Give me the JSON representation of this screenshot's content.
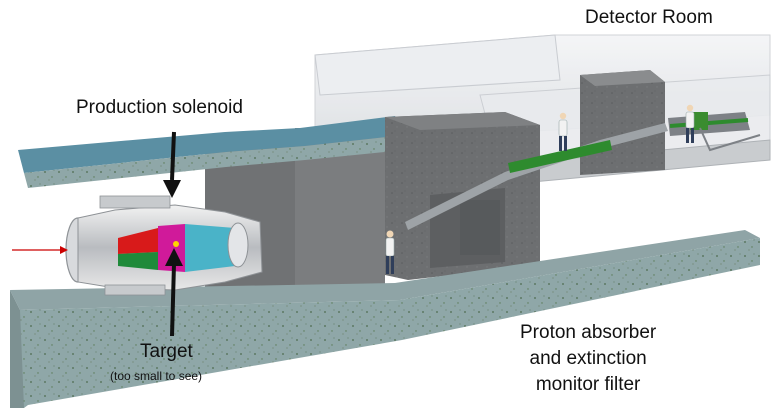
{
  "labels": {
    "detector_room": "Detector Room",
    "production_solenoid": "Production solenoid",
    "target": "Target",
    "target_note": "(too small to see)",
    "absorber_line1": "Proton absorber",
    "absorber_line2": "and extinction",
    "absorber_line3": "monitor filter"
  },
  "colors": {
    "concrete_top": "#5b8fa3",
    "concrete_side": "#8fa7a8",
    "shield_block": "#6f7173",
    "detector_room_wall": "#e4e6e9",
    "beam_arrow": "#cc0000",
    "transport_pipe": "#2e8b2e",
    "solenoid_red": "#d81a1a",
    "solenoid_green": "#1f8a3a",
    "solenoid_magenta": "#d01a9a",
    "solenoid_cyan": "#4ab3c8"
  },
  "icons": [
    "incoming-proton-beam-arrow",
    "pointer-arrow-down",
    "pointer-arrow-up",
    "human-figure"
  ]
}
